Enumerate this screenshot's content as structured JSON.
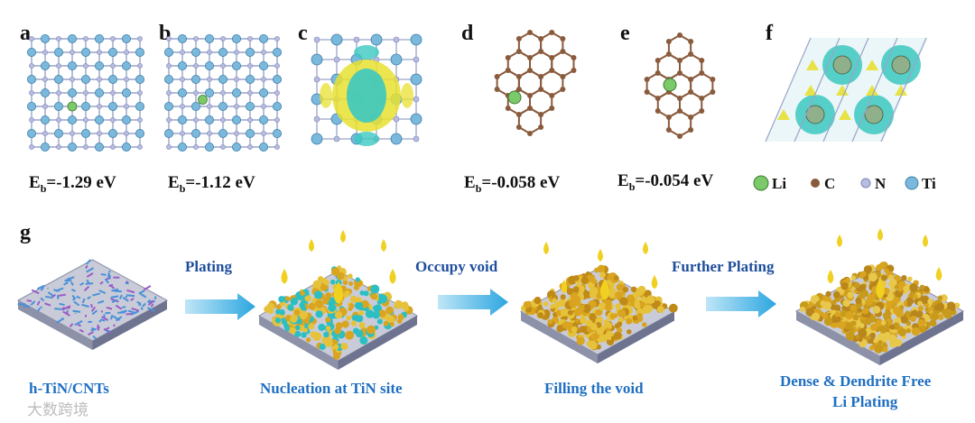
{
  "panels": {
    "a": {
      "letter": "a",
      "eb_prefix": "E",
      "eb_sub": "b",
      "eb_value": "=-1.29 eV"
    },
    "b": {
      "letter": "b",
      "eb_prefix": "E",
      "eb_sub": "b",
      "eb_value": "=-1.12 eV"
    },
    "c": {
      "letter": "c"
    },
    "d": {
      "letter": "d",
      "eb_prefix": "E",
      "eb_sub": "b",
      "eb_value": "=-0.058 eV"
    },
    "e": {
      "letter": "e",
      "eb_prefix": "E",
      "eb_sub": "b",
      "eb_value": "=-0.054 eV"
    },
    "f": {
      "letter": "f"
    },
    "g": {
      "letter": "g"
    }
  },
  "legend": {
    "items": [
      {
        "label": "Li",
        "color": "#7cc96a"
      },
      {
        "label": "C",
        "color": "#8a5a3c"
      },
      {
        "label": "N",
        "color": "#b8bde0"
      },
      {
        "label": "Ti",
        "color": "#7ab8dc"
      }
    ]
  },
  "process": {
    "arrows": [
      "Plating",
      "Occupy void",
      "Further Plating"
    ],
    "stages": [
      "h-TiN/CNTs",
      "Nucleation at TiN site",
      "Filling the void",
      "Dense & Dendrite Free",
      "Li Plating"
    ]
  },
  "colors": {
    "li": "#7cc96a",
    "carbon": "#8a5a3c",
    "nitrogen": "#b8bde0",
    "titanium": "#7ab8dc",
    "charge_yellow": "#e8e030",
    "charge_cyan": "#3cc8c0",
    "arrow_blue": "#2ca6e0",
    "stage_text": "#1f6fc2",
    "arrow_text": "#1f4e9c",
    "gold": "#d9a520"
  },
  "watermark": {
    "text": "大数跨境"
  }
}
